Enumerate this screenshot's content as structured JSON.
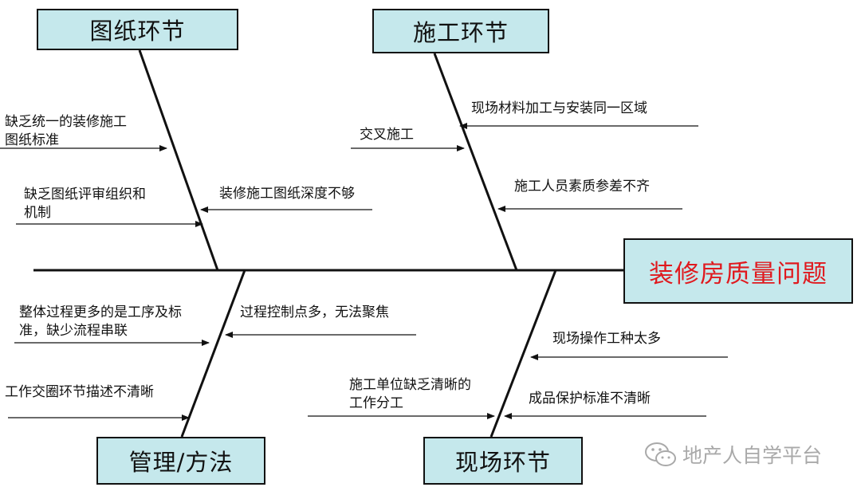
{
  "effect": "装修房质量问题",
  "categories": {
    "drawings": "图纸环节",
    "construction": "施工环节",
    "management": "管理/方法",
    "site": "现场环节"
  },
  "causes": {
    "drawings_1_line1": "缺乏统一的装修施工",
    "drawings_1_line2": "图纸标准",
    "drawings_2_line1": "缺乏图纸评审组织和",
    "drawings_2_line2": "机制",
    "drawings_3": "装修施工图纸深度不够",
    "construction_1": "现场材料加工与安装同一区域",
    "construction_2": "交叉施工",
    "construction_3": "施工人员素质参差不齐",
    "management_1_line1": "整体过程更多的是工序及标",
    "management_1_line2": "准，缺少流程串联",
    "management_2": "过程控制点多，无法聚焦",
    "management_3": "工作交圈环节描述不清晰",
    "site_1": "现场操作工种太多",
    "site_2_line1": "施工单位缺乏清晰的",
    "site_2_line2": "工作分工",
    "site_3": "成品保护标准不清晰"
  },
  "watermark": "地产人自学平台",
  "colors": {
    "box_fill": "#c5e8ec",
    "effect_text": "#e0191e",
    "line": "#111111",
    "watermark": "#a9a9a9"
  }
}
